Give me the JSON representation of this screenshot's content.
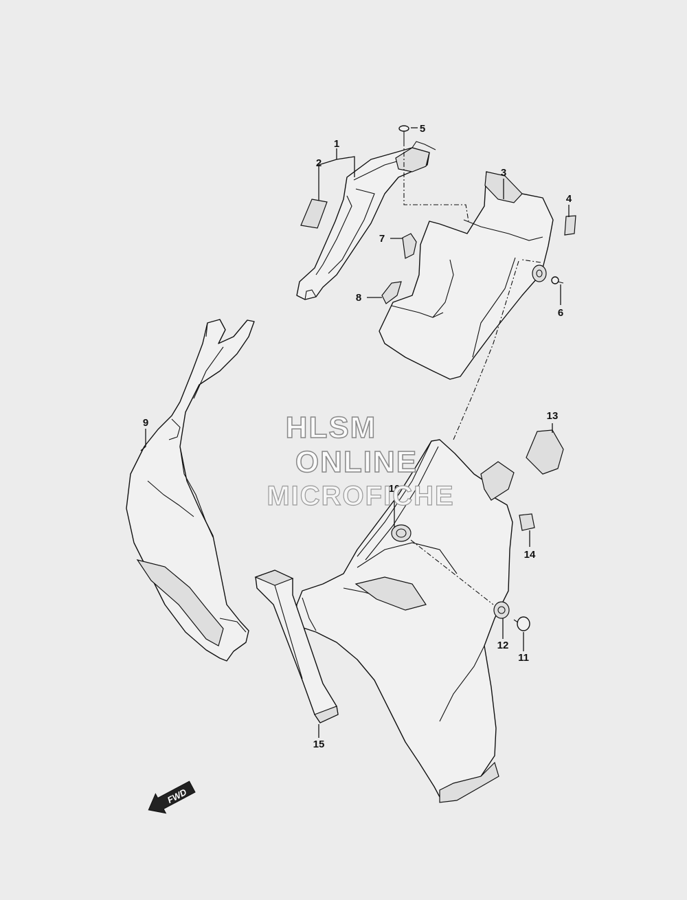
{
  "diagram": {
    "callouts": [
      "1",
      "2",
      "3",
      "4",
      "5",
      "6",
      "7",
      "8",
      "9",
      "10",
      "11",
      "12",
      "13",
      "14",
      "15"
    ],
    "watermark": [
      "HLSM",
      "ONLINE",
      "MICROFICHE"
    ],
    "direction_arrow": "FWD"
  }
}
